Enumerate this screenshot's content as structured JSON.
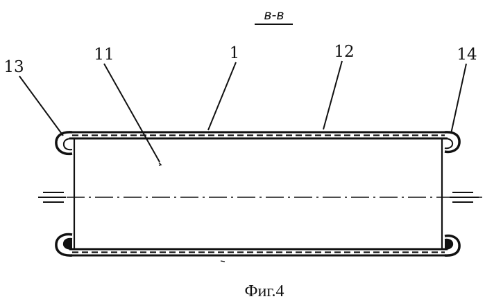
{
  "section_label": "в-в",
  "figure_caption": "Фиг.4",
  "callouts": {
    "c13": "13",
    "c11": "11",
    "c1": "1",
    "c12": "12",
    "c14": "14"
  }
}
